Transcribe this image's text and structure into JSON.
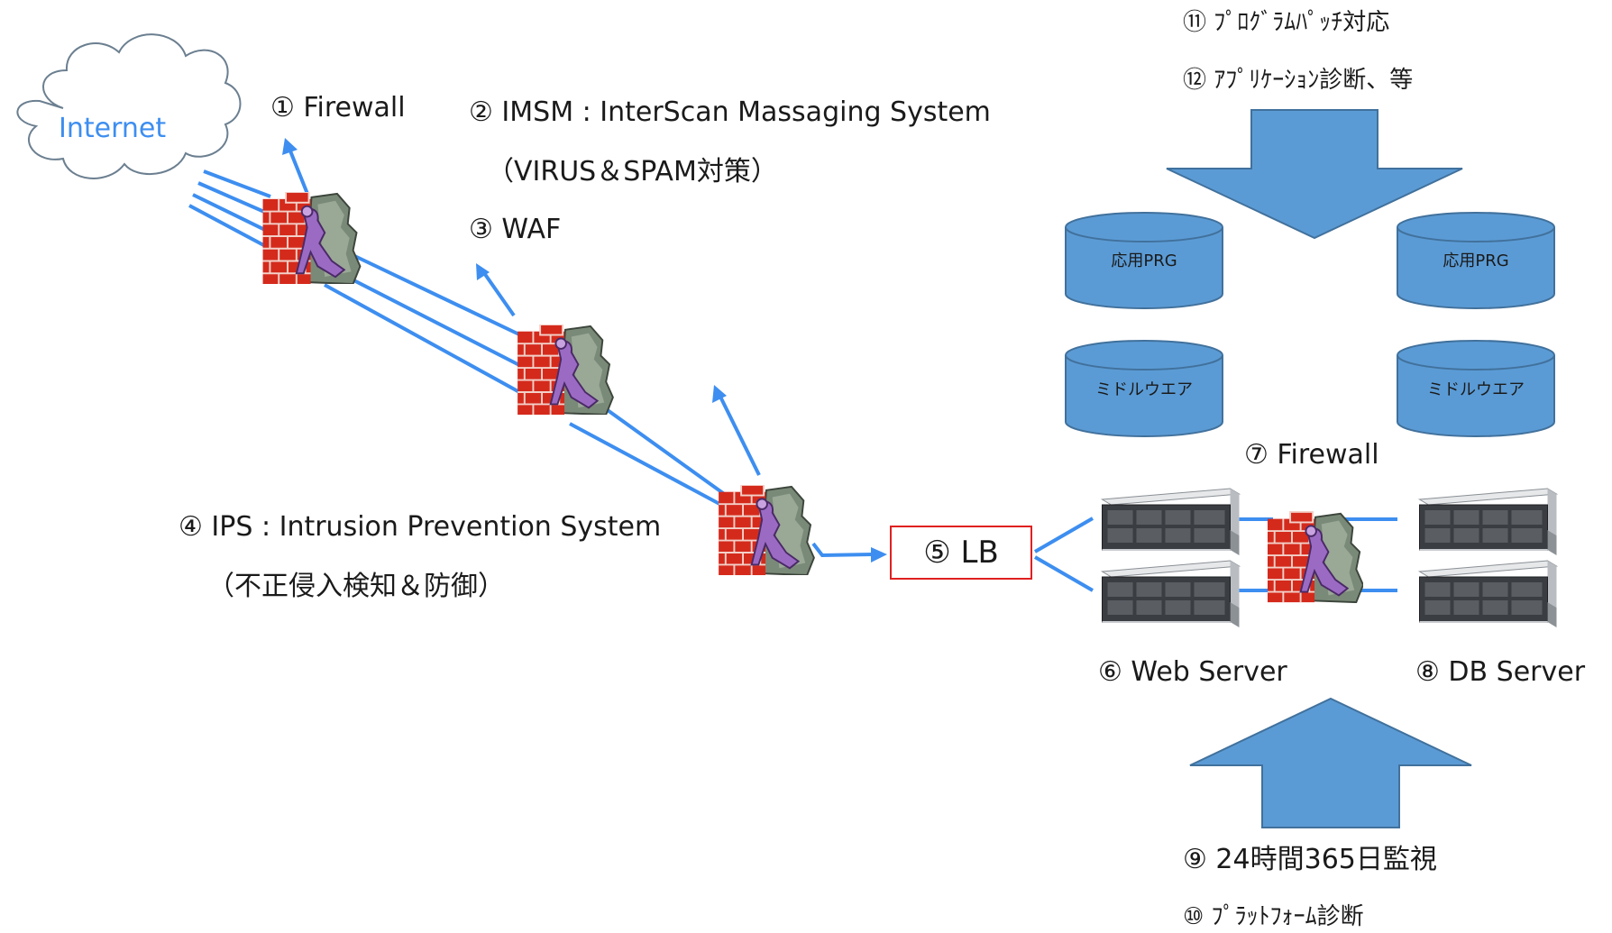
{
  "cloud": {
    "label": "Internet"
  },
  "labels": {
    "fw1": "① Firewall",
    "imsm": "② IMSM : InterScan Massaging System",
    "imsm_sub": "（VIRUS＆SPAM対策）",
    "waf": "③ WAF",
    "ips": "④ IPS : Intrusion Prevention System",
    "ips_sub": "（不正侵入検知＆防御）",
    "lb": "⑤ LB",
    "web": "⑥ Web Server",
    "fw2": "⑦ Firewall",
    "db": "⑧ DB Server",
    "monitor": "⑨ 24時間365日監視",
    "platform": "⑩ ﾌﾟﾗｯﾄﾌｫｰﾑ診断",
    "patch": "⑪ ﾌﾟﾛｸﾞﾗﾑﾊﾟｯﾁ対応",
    "appdiag": "⑫ ｱﾌﾟﾘｹｰｼｮﾝ診断、等"
  },
  "cylinders": {
    "app_left": "応用PRG",
    "app_right": "応用PRG",
    "mw_left": "ミドルウエア",
    "mw_right": "ミドルウエア"
  },
  "colors": {
    "line_blue": "#3d8ef0",
    "arrow_fill": "#5b9bd5",
    "arrow_stroke": "#41719c",
    "lb_border": "#e02020",
    "brick_red": "#d42a1c",
    "cloud_text": "#3d8ef0"
  },
  "icons": {
    "firewall": "brick-wall-firewall-icon",
    "server": "rack-server-icon",
    "cloud": "cloud-icon"
  }
}
